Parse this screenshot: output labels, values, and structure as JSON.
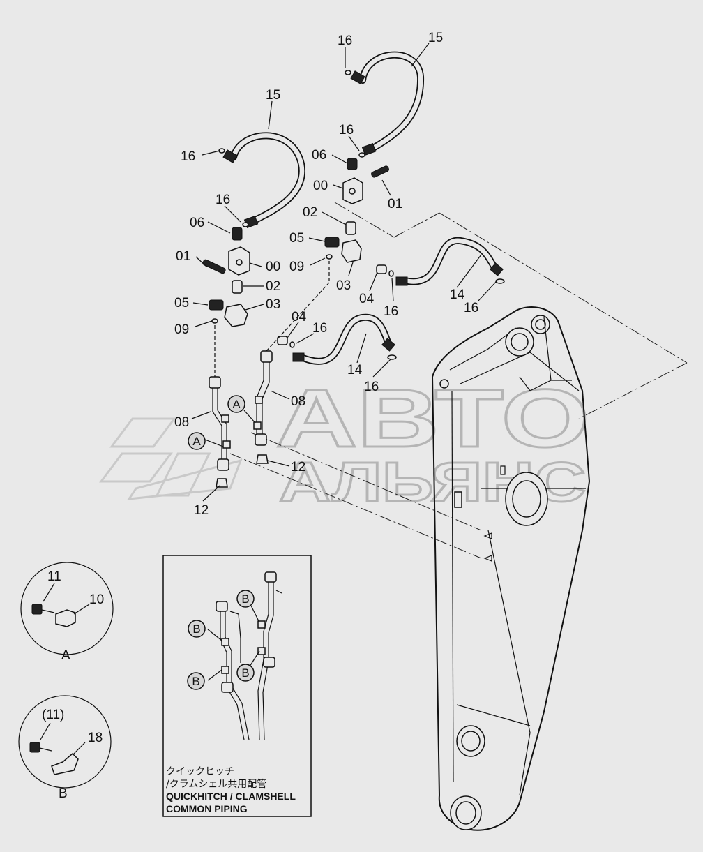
{
  "watermark": {
    "line1": "АВТО",
    "line2": "АЛЬЯНС"
  },
  "callouts": {
    "c16_top": "16",
    "c15_top": "15",
    "c15_left": "15",
    "c16_a": "16",
    "c16_left": "16",
    "c06_right": "06",
    "c00_right": "00",
    "c01_right": "01",
    "c16_b": "16",
    "c06_left": "06",
    "c02_right": "02",
    "c05_right": "05",
    "c09_right": "09",
    "c03_right": "03",
    "c01_left": "01",
    "c00_left": "00",
    "c02_left": "02",
    "c05_left": "05",
    "c03_left": "03",
    "c09_left": "09",
    "c04_right": "04",
    "c16_c": "16",
    "c14_right": "14",
    "c16_d": "16",
    "c04_mid": "04",
    "c16_e": "16",
    "c14_mid": "14",
    "c16_f": "16",
    "c08_right": "08",
    "c08_left": "08",
    "c12_right": "12",
    "c12_left": "12"
  },
  "badges": {
    "a1": "A",
    "a2": "A",
    "b1": "B",
    "b2": "B",
    "b3": "B",
    "b4": "B"
  },
  "detail_a": {
    "label": "A",
    "part_bolt": "11",
    "part_clamp": "10"
  },
  "detail_b": {
    "label": "B",
    "part_bolt": "(11)",
    "part_clamp": "18"
  },
  "inset": {
    "caption_jp_1": "クイックヒッチ",
    "caption_jp_2": "/クラムシェル共用配管",
    "caption_en_1": "QUICKHITCH / CLAMSHELL",
    "caption_en_2": "COMMON  PIPING"
  }
}
